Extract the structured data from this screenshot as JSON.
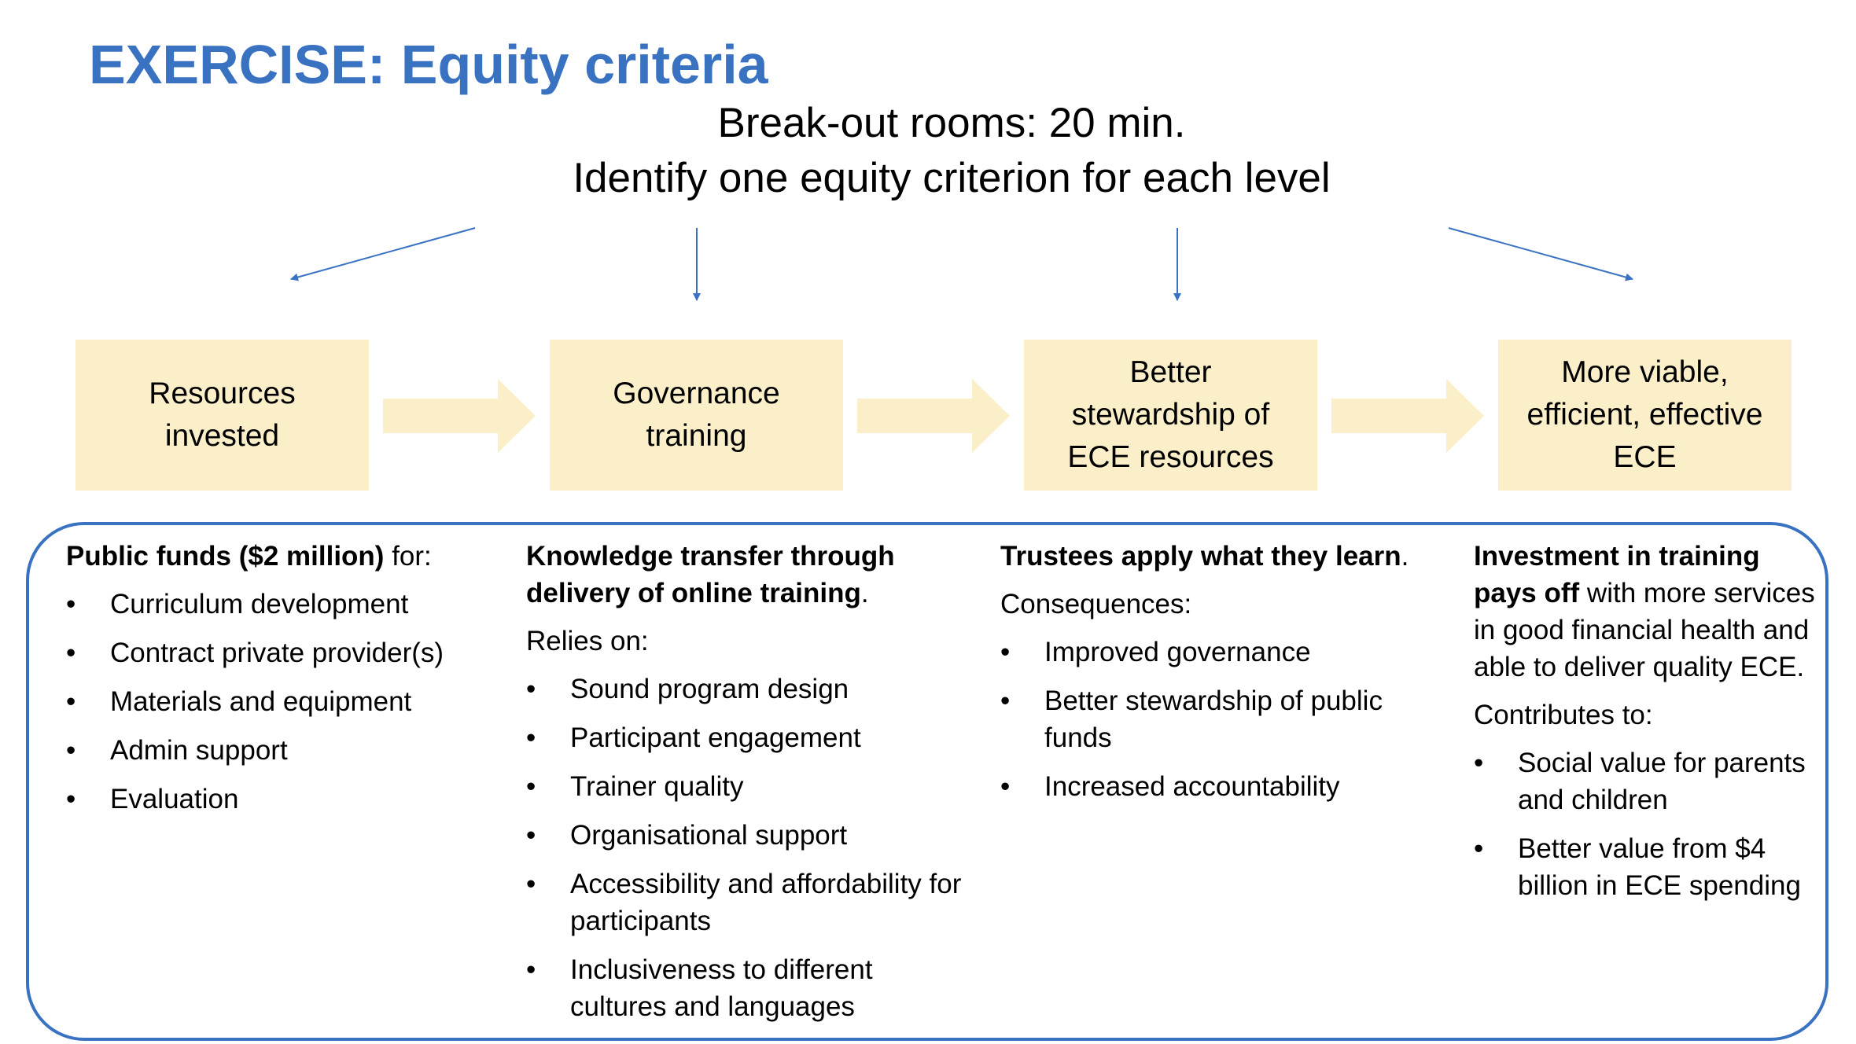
{
  "title": "EXERCISE: Equity criteria",
  "subtitle_line1": "Break-out rooms: 20 min.",
  "subtitle_line2": "Identify one equity criterion for each level",
  "accent_color": "#3a72c2",
  "box_color": "#fbefc9",
  "bullet_glyph": "•",
  "stages": [
    {
      "lines": [
        "Resources",
        "invested"
      ]
    },
    {
      "lines": [
        "Governance",
        "training"
      ]
    },
    {
      "lines": [
        "Better",
        "stewardship of",
        "ECE resources"
      ]
    },
    {
      "lines": [
        "More viable,",
        "efficient, effective",
        "ECE"
      ]
    }
  ],
  "columns": [
    {
      "heading_bold": "Public funds ($2 million)",
      "heading_rest": " for:",
      "intro": "",
      "items": [
        "Curriculum development",
        "Contract private provider(s)",
        "Materials and equipment",
        "Admin support",
        "Evaluation"
      ]
    },
    {
      "heading_bold": "Knowledge transfer through delivery of online training",
      "heading_rest": ".",
      "intro": "Relies on:",
      "items": [
        "Sound program design",
        "Participant engagement",
        "Trainer quality",
        "Organisational support",
        "Accessibility and affordability for participants",
        "Inclusiveness to different cultures and languages"
      ]
    },
    {
      "heading_bold": "Trustees apply what they learn",
      "heading_rest": ".",
      "intro": "Consequences:",
      "items": [
        "Improved governance",
        "Better stewardship of public funds",
        "Increased accountability"
      ]
    },
    {
      "heading_bold": "Investment in training pays off",
      "heading_rest": " with more services in good financial health and able to deliver quality ECE.",
      "intro": "Contributes to:",
      "items": [
        "Social value for parents and children",
        "Better value from $4 billion in ECE spending"
      ]
    }
  ]
}
